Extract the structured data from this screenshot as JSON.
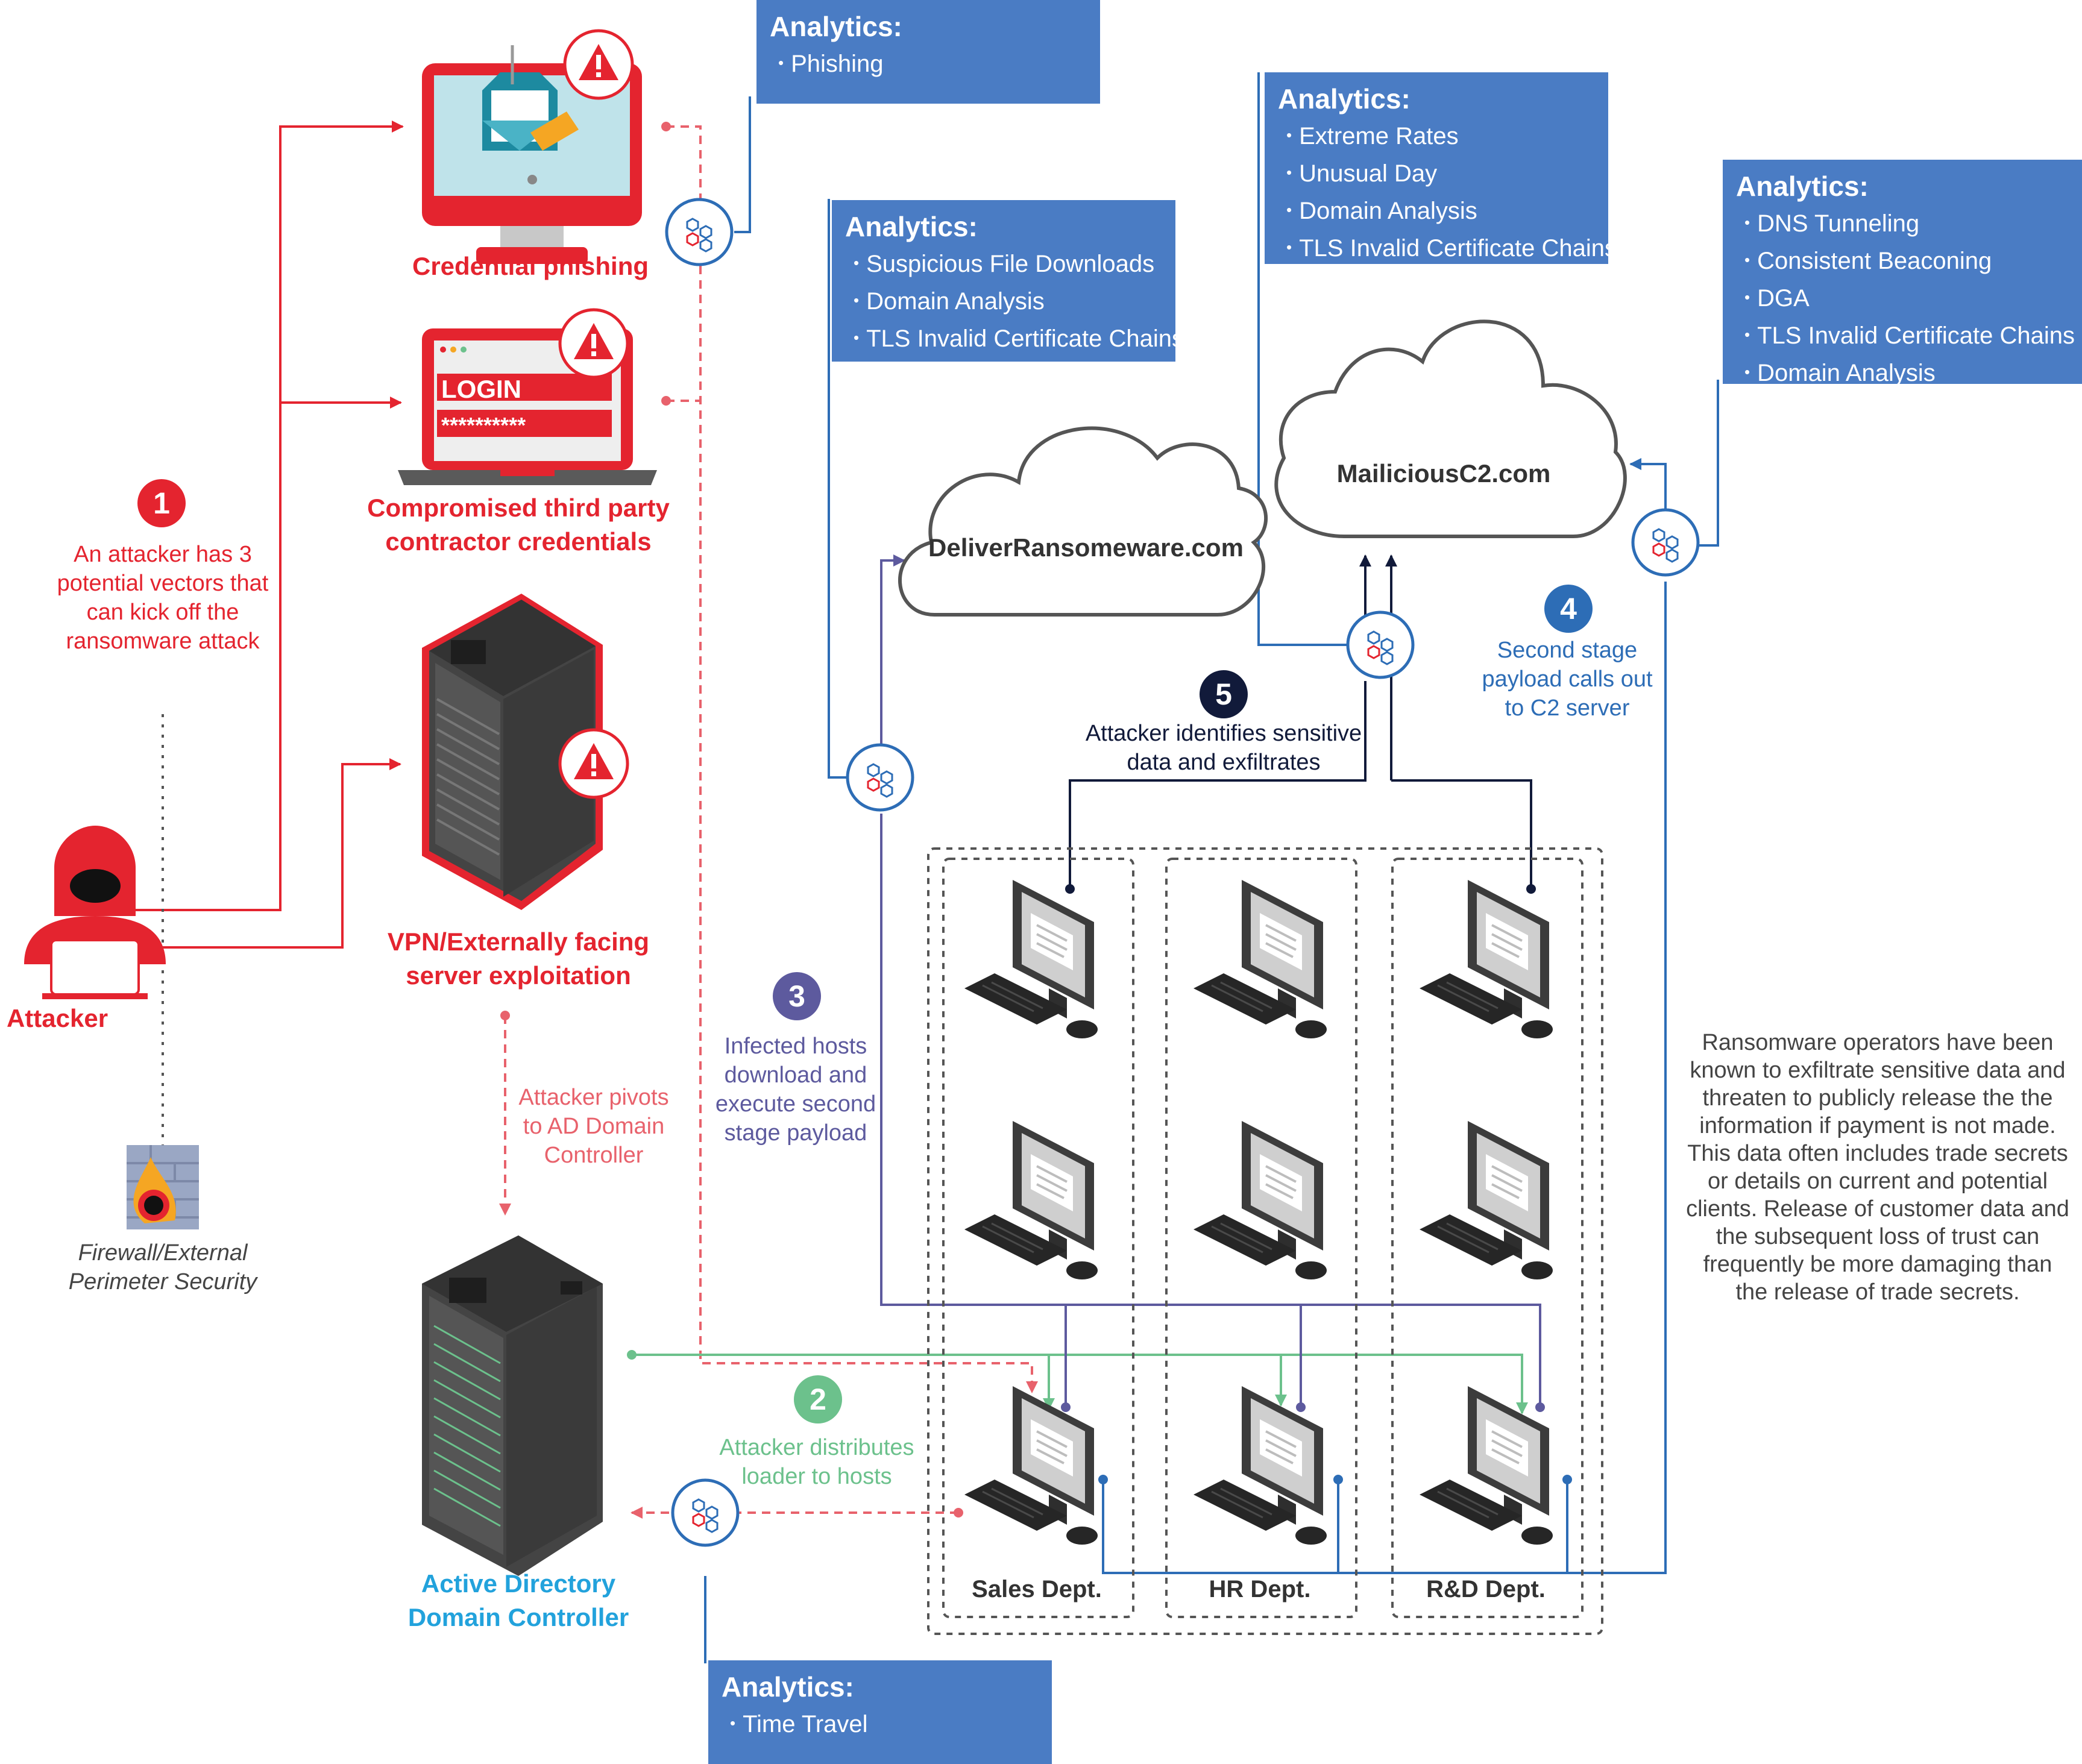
{
  "analytics_boxes": {
    "phishing": {
      "title": "Analytics:",
      "items": [
        "Phishing"
      ]
    },
    "deliver": {
      "title": "Analytics:",
      "items": [
        "Suspicious File Downloads",
        "Domain Analysis",
        "TLS Invalid Certificate Chains"
      ]
    },
    "c2_exfil": {
      "title": "Analytics:",
      "items": [
        "Extreme Rates",
        "Unusual Day",
        "Domain Analysis",
        "TLS Invalid Certificate Chains"
      ]
    },
    "c2_callout": {
      "title": "Analytics:",
      "items": [
        "DNS Tunneling",
        "Consistent Beaconing",
        "DGA",
        "TLS Invalid Certificate Chains",
        "Domain Analysis"
      ]
    },
    "ad": {
      "title": "Analytics:",
      "items": [
        "Time Travel"
      ]
    }
  },
  "labels": {
    "credential_phishing": "Credential phishing",
    "contractor_line1": "Compromised third party",
    "contractor_line2": "contractor credentials",
    "vpn_line1": "VPN/Externally facing",
    "vpn_line2": "server exploitation",
    "attacker": "Attacker",
    "firewall_line1": "Firewall/External",
    "firewall_line2": "Perimeter Security",
    "ad_line1": "Active Directory",
    "ad_line2": "Domain Controller",
    "login_text": "LOGIN",
    "password_text": "**********"
  },
  "clouds": {
    "deliver": "DeliverRansomeware.com",
    "c2": "MailiciousC2.com"
  },
  "steps": [
    {
      "number": "1",
      "lines": [
        "An attacker has 3",
        "potential vectors that",
        "can kick off the",
        "ransomware attack"
      ],
      "color": "#e4242f"
    },
    {
      "number": "2",
      "lines": [
        "Attacker distributes",
        "loader to hosts"
      ],
      "color": "#6cc18c"
    },
    {
      "number": "3",
      "lines": [
        "Infected hosts",
        "download and",
        "execute second",
        "stage payload"
      ],
      "color": "#5d5a9e"
    },
    {
      "number": "4",
      "lines": [
        "Second stage",
        "payload calls out",
        "to C2 server"
      ],
      "color": "#2d6db6"
    },
    {
      "number": "5",
      "lines": [
        "Attacker identifies sensitive",
        "data and exfiltrates"
      ],
      "color": "#111a3a"
    }
  ],
  "pivot_text": [
    "Attacker pivots",
    "to AD Domain",
    "Controller"
  ],
  "departments": [
    "Sales Dept.",
    "HR Dept.",
    "R&D Dept."
  ],
  "note_text": [
    "Ransomware operators have been",
    "known to exfiltrate sensitive data and",
    "threaten to publicly release the the",
    "information if payment is not made.",
    "This data often includes trade secrets",
    "or details on current and potential",
    "clients. Release of customer data and",
    "the subsequent loss of trust can",
    "frequently be more damaging than",
    "the release of trade secrets."
  ],
  "colors": {
    "analytics_box": "#4a7cc4",
    "attack_red": "#e4242f",
    "distribution_green": "#6cc18c",
    "download_purple": "#5d5a9e",
    "callout_blue": "#2d6db6",
    "exfil_navy": "#111a3a",
    "ad_label_blue": "#22a2dc"
  }
}
